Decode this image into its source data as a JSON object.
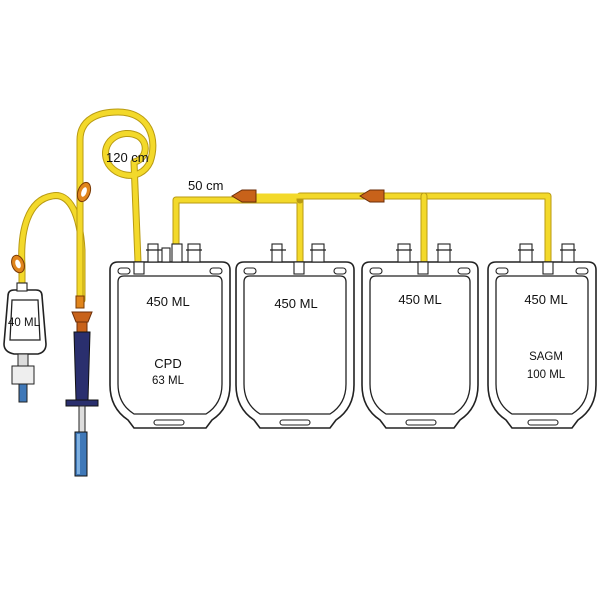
{
  "labels": {
    "tube_long": "120 cm",
    "tube_short": "50 cm",
    "sample_pouch": "40 ML",
    "bag1_volume": "450 ML",
    "bag1_solution": "CPD",
    "bag1_solution_volume": "63 ML",
    "bag2_volume": "450 ML",
    "bag3_volume": "450 ML",
    "bag4_volume": "450 ML",
    "bag4_solution": "SAGM",
    "bag4_solution_volume": "100 ML"
  },
  "colors": {
    "tubing": "#f3d92a",
    "tubing_edge": "#b89a12",
    "clamp": "#e0851c",
    "connector": "#c8621a",
    "needle_holder": "#2a2f6e",
    "needle_cap": "#3f78b8",
    "outline": "#222222"
  },
  "components": {
    "clamps": [
      "roller-clamp",
      "roller-clamp"
    ],
    "breakaway_connectors": [
      "connector",
      "connector",
      "connector"
    ]
  }
}
